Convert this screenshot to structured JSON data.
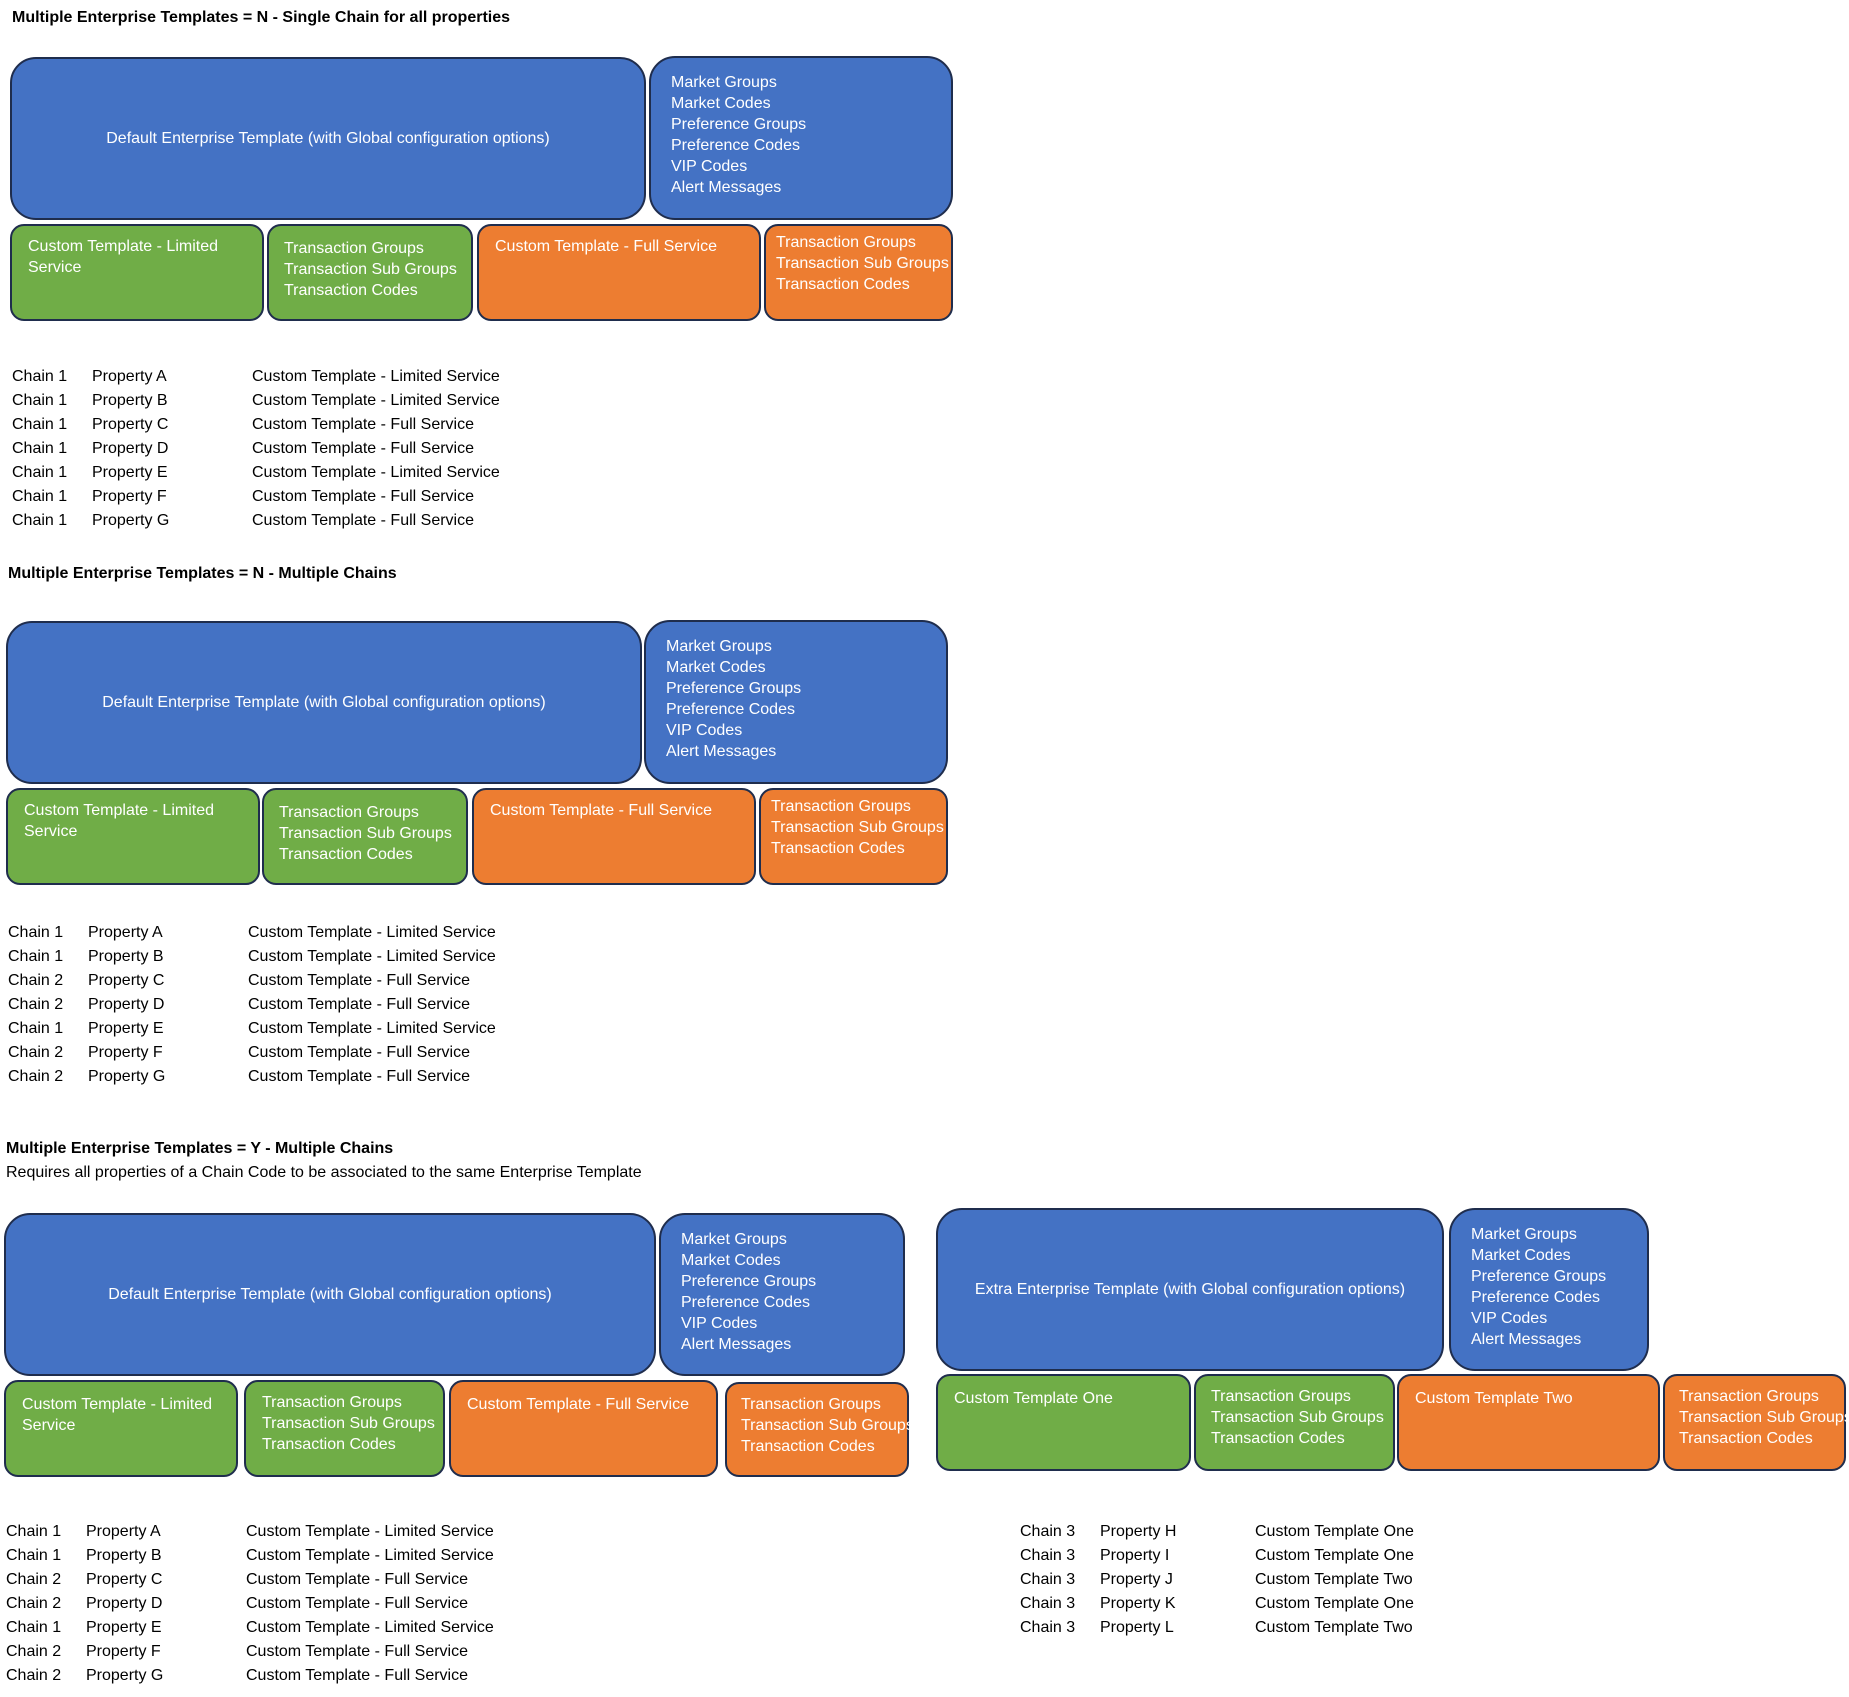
{
  "sections": [
    {
      "heading": "Multiple Enterprise Templates = N - Single Chain for all properties",
      "enterprise": "Default Enterprise Template (with Global configuration options)",
      "enterprise_items": [
        "Market Groups",
        "Market Codes",
        "Preference Groups",
        "Preference Codes",
        "VIP Codes",
        "Alert Messages"
      ],
      "custom1": "Custom Template - Limited Service",
      "custom2": "Custom Template - Full Service",
      "transaction_items": [
        "Transaction Groups",
        "Transaction Sub Groups",
        "Transaction Codes"
      ],
      "rows": [
        [
          "Chain 1",
          "Property A",
          "Custom Template - Limited Service"
        ],
        [
          "Chain 1",
          "Property B",
          "Custom Template - Limited Service"
        ],
        [
          "Chain 1",
          "Property C",
          "Custom Template - Full Service"
        ],
        [
          "Chain 1",
          "Property D",
          "Custom Template - Full Service"
        ],
        [
          "Chain 1",
          "Property E",
          "Custom Template - Limited Service"
        ],
        [
          "Chain 1",
          "Property F",
          "Custom Template - Full Service"
        ],
        [
          "Chain 1",
          "Property G",
          "Custom Template - Full Service"
        ]
      ]
    },
    {
      "heading": "Multiple Enterprise Templates = N - Multiple Chains",
      "enterprise": "Default Enterprise Template (with Global configuration options)",
      "enterprise_items": [
        "Market Groups",
        "Market Codes",
        "Preference Groups",
        "Preference Codes",
        "VIP Codes",
        "Alert Messages"
      ],
      "custom1": "Custom Template - Limited Service",
      "custom2": "Custom Template - Full Service",
      "transaction_items": [
        "Transaction Groups",
        "Transaction Sub Groups",
        "Transaction Codes"
      ],
      "rows": [
        [
          "Chain 1",
          "Property A",
          "Custom Template - Limited Service"
        ],
        [
          "Chain 1",
          "Property B",
          "Custom Template - Limited Service"
        ],
        [
          "Chain 2",
          "Property C",
          "Custom Template - Full Service"
        ],
        [
          "Chain 2",
          "Property D",
          "Custom Template - Full Service"
        ],
        [
          "Chain 1",
          "Property E",
          "Custom Template - Limited Service"
        ],
        [
          "Chain 2",
          "Property F",
          "Custom Template - Full Service"
        ],
        [
          "Chain 2",
          "Property G",
          "Custom Template - Full Service"
        ]
      ]
    },
    {
      "heading": "Multiple Enterprise Templates = Y - Multiple Chains",
      "subtext": "Requires all properties of a Chain Code to be associated to the same Enterprise Template",
      "enterprise": "Default Enterprise Template (with Global configuration options)",
      "enterprise_items": [
        "Market Groups",
        "Market Codes",
        "Preference Groups",
        "Preference Codes",
        "VIP Codes",
        "Alert Messages"
      ],
      "custom1": "Custom Template - Limited Service",
      "custom2": "Custom Template - Full Service",
      "transaction_items": [
        "Transaction Groups",
        "Transaction Sub Groups",
        "Transaction Codes"
      ],
      "rows": [
        [
          "Chain 1",
          "Property A",
          "Custom Template - Limited Service"
        ],
        [
          "Chain 1",
          "Property B",
          "Custom Template - Limited Service"
        ],
        [
          "Chain 2",
          "Property C",
          "Custom Template - Full Service"
        ],
        [
          "Chain 2",
          "Property D",
          "Custom Template - Full Service"
        ],
        [
          "Chain 1",
          "Property E",
          "Custom Template - Limited Service"
        ],
        [
          "Chain 2",
          "Property F",
          "Custom Template - Full Service"
        ],
        [
          "Chain 2",
          "Property G",
          "Custom Template - Full Service"
        ]
      ],
      "extra": {
        "enterprise": "Extra Enterprise Template (with Global configuration options)",
        "enterprise_items": [
          "Market Groups",
          "Market Codes",
          "Preference Groups",
          "Preference Codes",
          "VIP Codes",
          "Alert Messages"
        ],
        "custom1": "Custom Template One",
        "custom2": "Custom Template Two",
        "transaction_items": [
          "Transaction Groups",
          "Transaction Sub Groups",
          "Transaction Codes"
        ],
        "rows": [
          [
            "Chain 3",
            "Property H",
            "Custom Template One"
          ],
          [
            "Chain 3",
            "Property I",
            "Custom Template One"
          ],
          [
            "Chain 3",
            "Property J",
            "Custom Template Two"
          ],
          [
            "Chain 3",
            "Property K",
            "Custom Template One"
          ],
          [
            "Chain 3",
            "Property L",
            "Custom Template Two"
          ]
        ]
      }
    }
  ]
}
